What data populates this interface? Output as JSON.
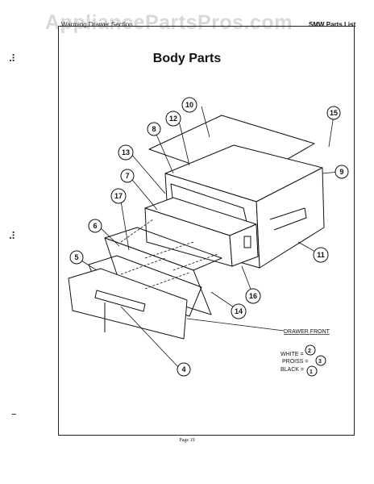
{
  "header": {
    "section_title": "Warming Drawer Section",
    "parts_list": "SMW Parts List"
  },
  "watermark": "AppliancePartsPros.com",
  "title": "Body Parts",
  "callouts": [
    "10",
    "15",
    "8",
    "12",
    "9",
    "13",
    "7",
    "17",
    "6",
    "11",
    "5",
    "16",
    "14",
    "4"
  ],
  "drawer_front_label": "DRAWER FRONT",
  "color_key": {
    "white_label": "WHITE =",
    "white_num": "2",
    "pross_label": "PROISS =",
    "pross_num": "3",
    "black_label": "BLACK =",
    "black_num": "1"
  },
  "footer": "Page 19"
}
